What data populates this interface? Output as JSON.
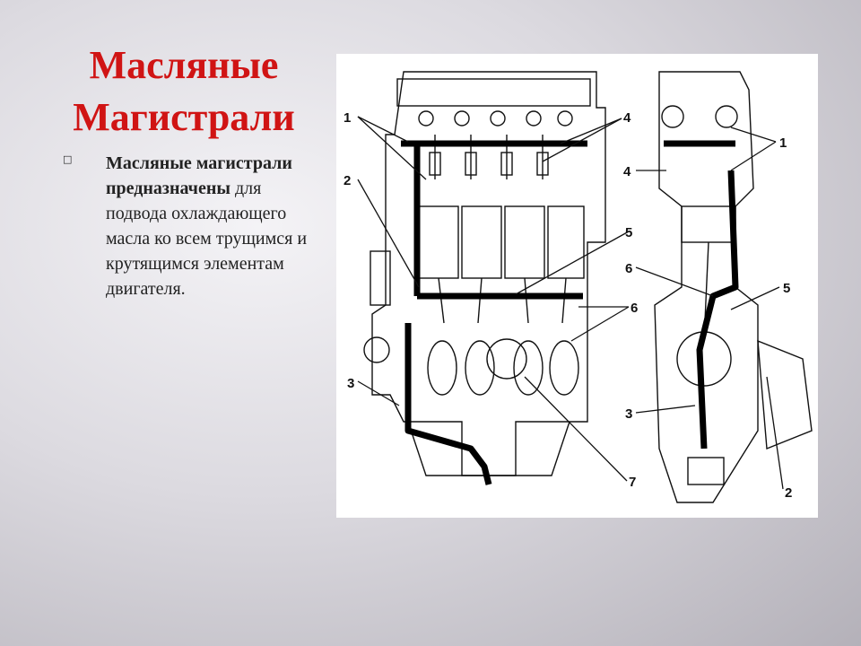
{
  "slide": {
    "title": "Масляные Магистрали",
    "bullet": {
      "bold_text": "Масляные магистрали предназначены",
      "rest_text": " для подвода охлаждающего масла ко всем трущимся и крутящимся элементам двигателя."
    }
  },
  "diagram": {
    "callouts": {
      "c1": "1",
      "c2": "2",
      "c3": "3",
      "c4": "4",
      "c5": "5",
      "c6": "6",
      "c7": "7"
    }
  }
}
